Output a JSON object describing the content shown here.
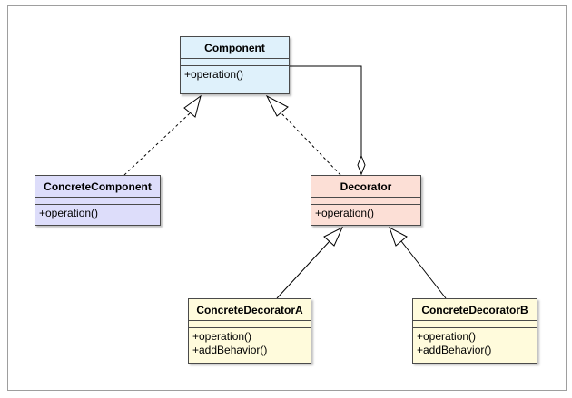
{
  "diagram": {
    "classes": {
      "component": {
        "name": "Component",
        "operations": [
          "+operation()"
        ],
        "fill": "#dff1fb"
      },
      "concrete_component": {
        "name": "ConcreteComponent",
        "operations": [
          "+operation()"
        ],
        "fill": "#ddddfa"
      },
      "decorator": {
        "name": "Decorator",
        "operations": [
          "+operation()"
        ],
        "fill": "#fcdfd6"
      },
      "concrete_decorator_a": {
        "name": "ConcreteDecoratorA",
        "operations": [
          "+operation()",
          "+addBehavior()"
        ],
        "fill": "#fffbdc"
      },
      "concrete_decorator_b": {
        "name": "ConcreteDecoratorB",
        "operations": [
          "+operation()",
          "+addBehavior()"
        ],
        "fill": "#fffbdc"
      }
    },
    "relationships": [
      {
        "from": "ConcreteComponent",
        "to": "Component",
        "kind": "realization"
      },
      {
        "from": "Decorator",
        "to": "Component",
        "kind": "realization"
      },
      {
        "from": "Decorator",
        "to": "Component",
        "kind": "aggregation"
      },
      {
        "from": "ConcreteDecoratorA",
        "to": "Decorator",
        "kind": "generalization"
      },
      {
        "from": "ConcreteDecoratorB",
        "to": "Decorator",
        "kind": "generalization"
      }
    ]
  }
}
